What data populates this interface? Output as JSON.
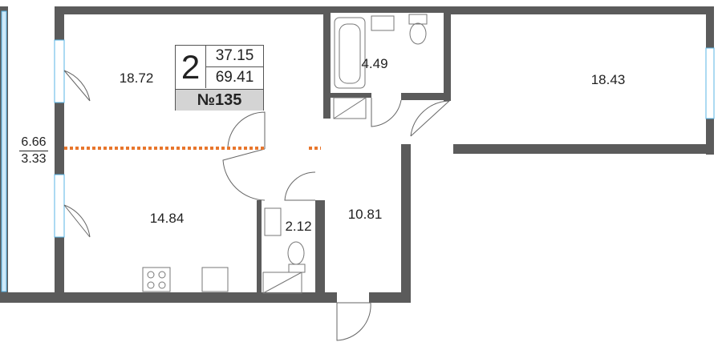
{
  "apartment": {
    "rooms_count": "2",
    "living_area": "37.15",
    "total_area": "69.41",
    "number": "№135"
  },
  "rooms": {
    "living_room_1": "18.72",
    "kitchen": "14.84",
    "bathroom": "4.49",
    "bedroom": "18.43",
    "hall": "10.81",
    "toilet": "2.12"
  },
  "balcony": {
    "area": "6.66",
    "reduced_area": "3.33"
  },
  "colors": {
    "wall": "#5b5b5b",
    "window": "#5ab4e6",
    "partition": "#e8762c"
  }
}
